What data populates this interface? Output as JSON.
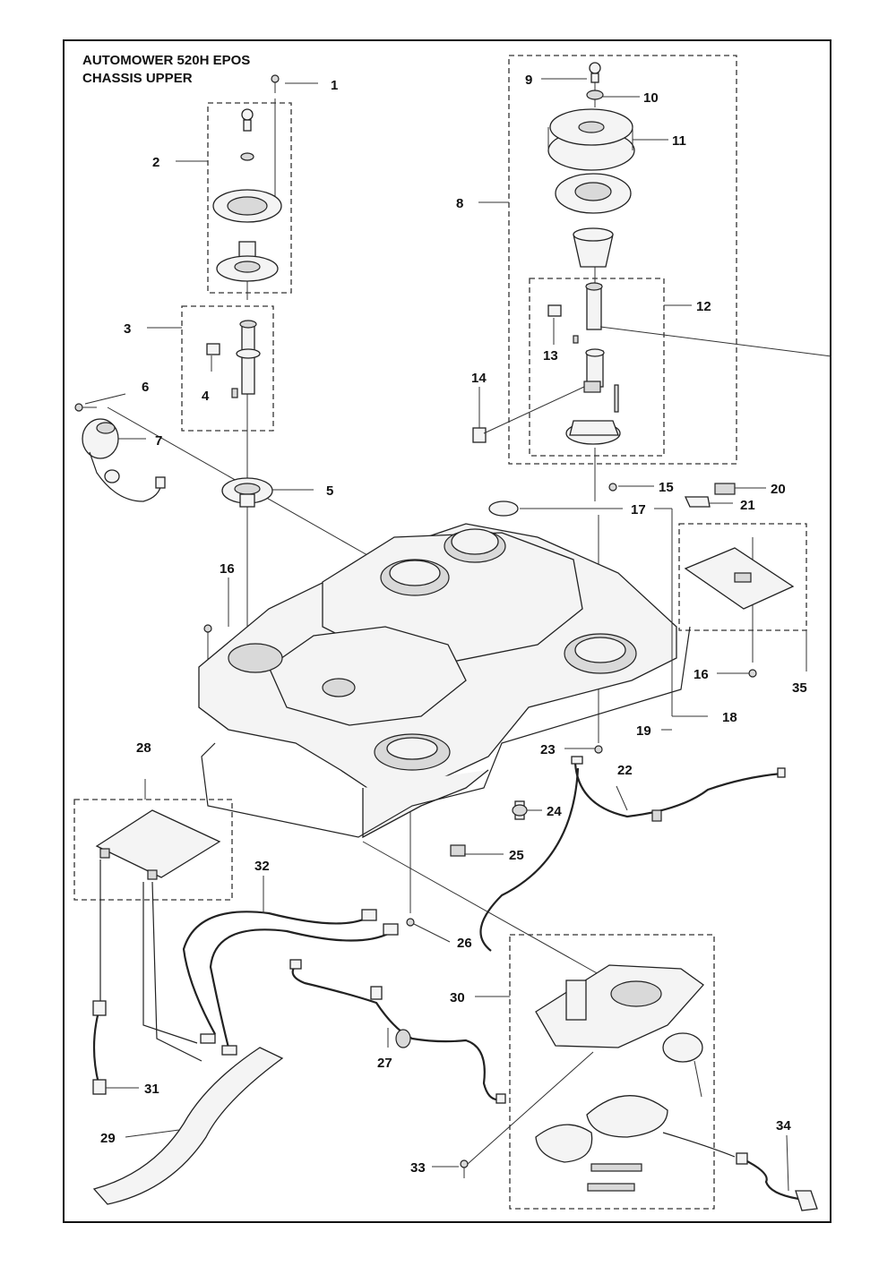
{
  "title": {
    "line1": "AUTOMOWER 520H EPOS",
    "line2": "CHASSIS UPPER"
  },
  "callouts": [
    "1",
    "2",
    "3",
    "4",
    "5",
    "6",
    "7",
    "8",
    "9",
    "10",
    "11",
    "12",
    "13",
    "14",
    "15",
    "16",
    "16",
    "17",
    "18",
    "19",
    "20",
    "21",
    "22",
    "23",
    "24",
    "25",
    "26",
    "27",
    "28",
    "29",
    "30",
    "31",
    "32",
    "33",
    "34",
    "35"
  ]
}
